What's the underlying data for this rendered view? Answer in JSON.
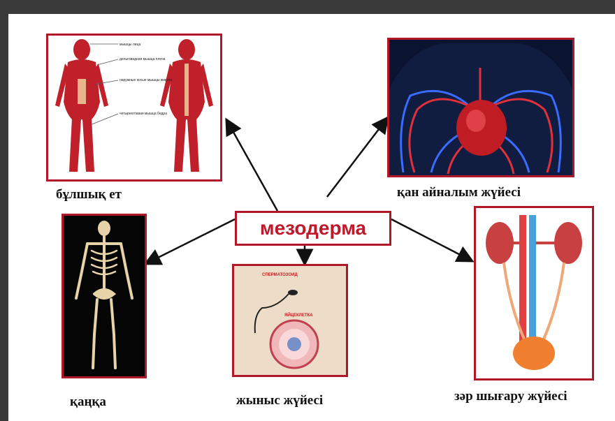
{
  "center": "мезодерма",
  "labels": {
    "muscle": "бұлшық ет",
    "circulatory": "қан айналым жүйесі",
    "skeleton": "қаңқа",
    "reproductive": "жыныс жүйесі",
    "excretory": "зәр шығару жүйесі"
  },
  "muscle_notes": [
    "мышцы лица",
    "дельтовидная мышца плеча",
    "наружные косые мышцы живота",
    "четырехглавая мышца бедра"
  ],
  "repro_notes": {
    "top": "СПЕРМАТОЗОИД",
    "mid": "ЯЙЦЕКЛЕТКА"
  },
  "colors": {
    "accent": "#b0182a",
    "center_text": "#c0192c"
  },
  "icons": [
    "muscle-anatomy-image",
    "circulatory-system-image",
    "skeleton-image",
    "reproductive-cells-image",
    "urinary-system-image"
  ]
}
